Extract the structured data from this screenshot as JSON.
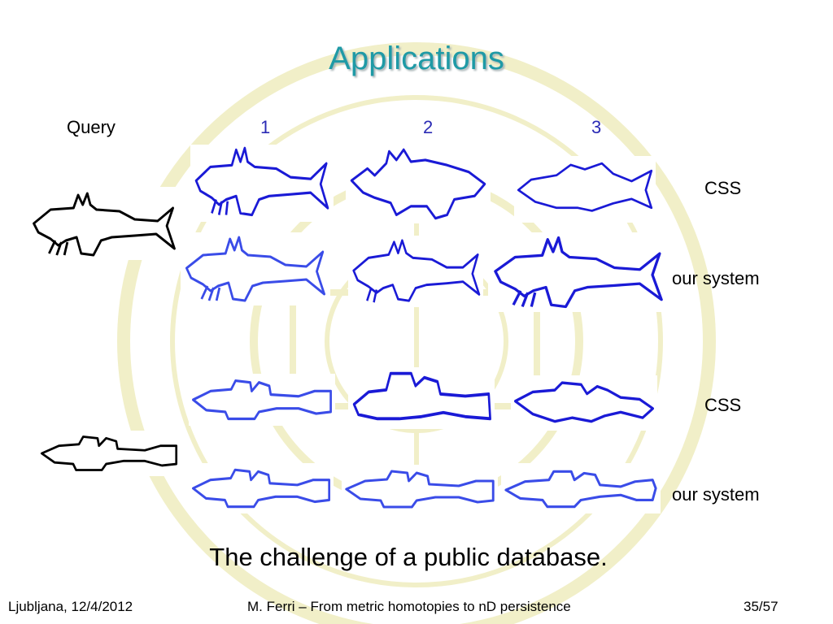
{
  "slide": {
    "title": "Applications",
    "headers": {
      "query": "Query",
      "ranks": [
        "1",
        "2",
        "3"
      ]
    },
    "row_labels": {
      "css_top": "CSS",
      "ours_top": "our system",
      "css_bottom": "CSS",
      "ours_bottom": "our system"
    },
    "caption": "The challenge of a public database.",
    "footer": {
      "left": "Ljubljana, 12/4/2012",
      "center": "M. Ferri – From metric homotopies to nD persistence",
      "right": "35/57"
    },
    "colors": {
      "title": "#1f9aa6",
      "rank_numbers": "#2b2bb5",
      "outline_blue": "#1a1ad6",
      "watermark": "#f1efc8"
    },
    "icons": [
      "university-seal-watermark",
      "fish-outline-icon",
      "goby-outline-icon"
    ]
  }
}
